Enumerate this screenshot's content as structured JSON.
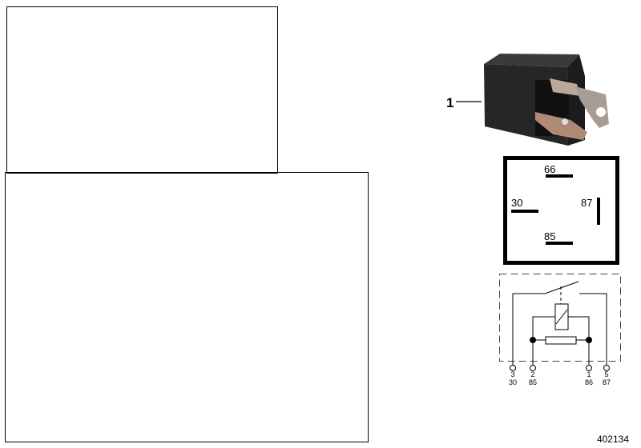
{
  "part_callout": "1",
  "diagram_number": "402134",
  "pinout": {
    "pins": [
      "66",
      "30",
      "87",
      "85"
    ]
  },
  "schematic": {
    "terminals": [
      {
        "number": "3",
        "label": "30"
      },
      {
        "number": "2",
        "label": "85"
      },
      {
        "number": "1",
        "label": "86"
      },
      {
        "number": "5",
        "label": "87"
      }
    ]
  }
}
